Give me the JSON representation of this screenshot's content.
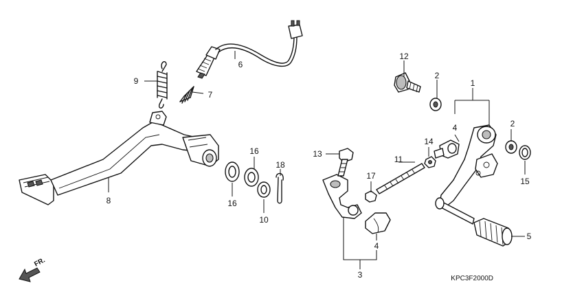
{
  "diagram": {
    "drawing_code": "KPC3F2000D",
    "direction_label": "FR.",
    "callouts": {
      "c1": "1",
      "c2a": "2",
      "c2b": "2",
      "c3": "3",
      "c4a": "4",
      "c4b": "4",
      "c5": "5",
      "c6": "6",
      "c7": "7",
      "c8": "8",
      "c9": "9",
      "c10": "10",
      "c11": "11",
      "c12": "12",
      "c13": "13",
      "c14": "14",
      "c15": "15",
      "c16a": "16",
      "c16b": "16",
      "c17": "17",
      "c18": "18"
    }
  }
}
